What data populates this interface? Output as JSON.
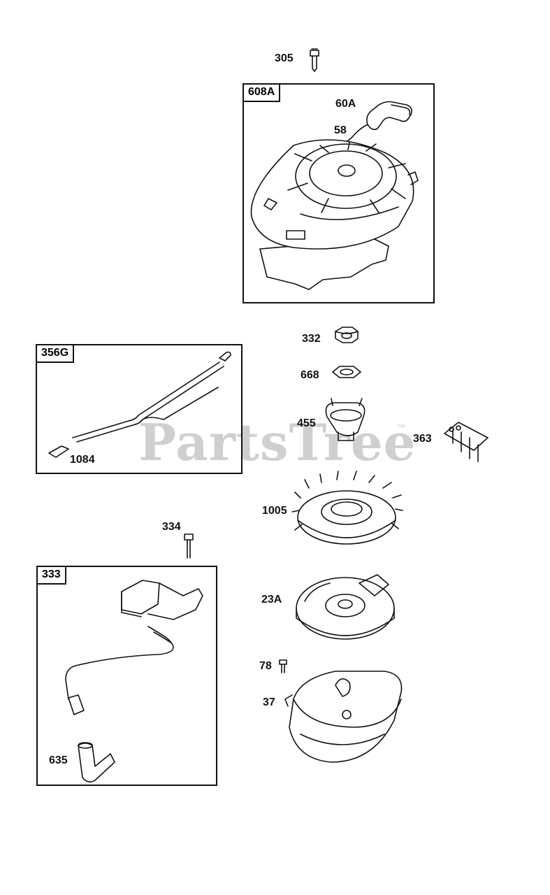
{
  "boxes": {
    "starter": "608A",
    "ground_wire": "356G",
    "armature": "333"
  },
  "labels": {
    "p305": "305",
    "p60A": "60A",
    "p58": "58",
    "p332": "332",
    "p668": "668",
    "p455": "455",
    "p363": "363",
    "p1005": "1005",
    "p334": "334",
    "p23A": "23A",
    "p78": "78",
    "p37": "37",
    "p1084": "1084",
    "p635": "635"
  },
  "watermark": {
    "text": "PartsTree",
    "tm": "™",
    "color": "#cfcfcf"
  }
}
